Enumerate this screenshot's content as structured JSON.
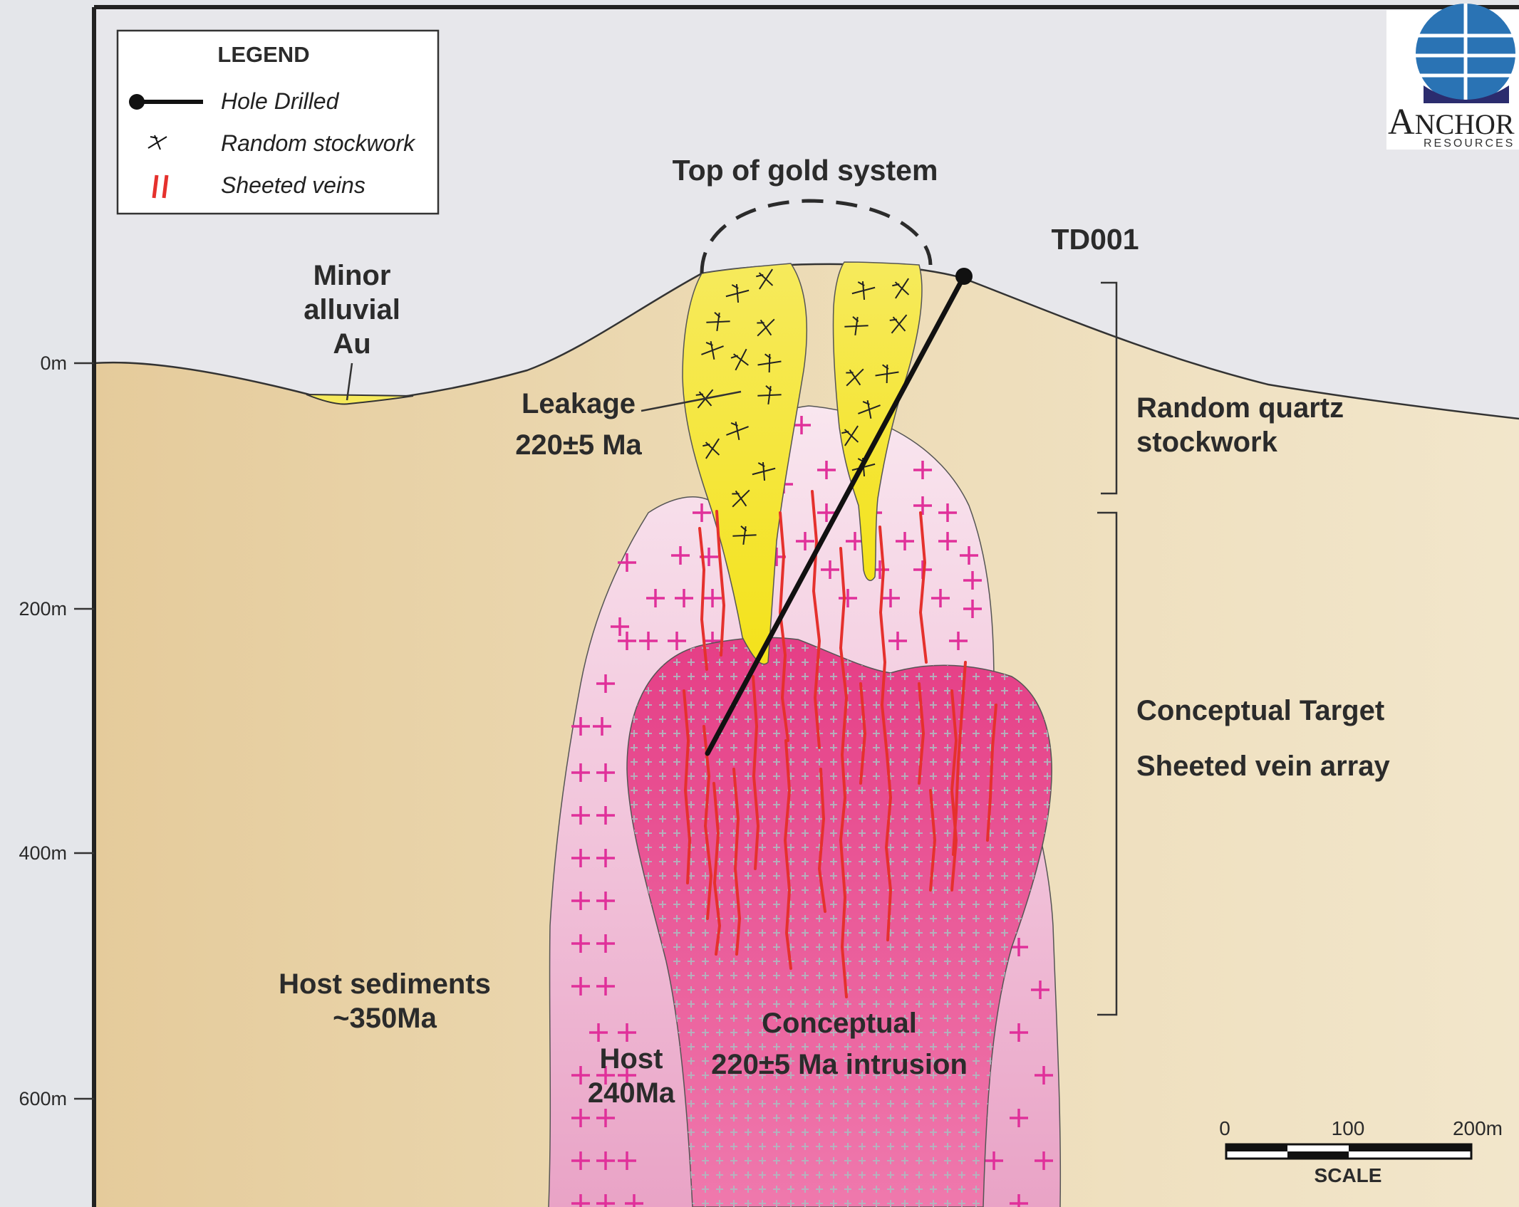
{
  "legend": {
    "title": "LEGEND",
    "items": [
      {
        "label": "Hole Drilled",
        "icon": "drill-hole-icon"
      },
      {
        "label": "Random stockwork",
        "icon": "stockwork-icon"
      },
      {
        "label": "Sheeted veins",
        "icon": "sheeted-veins-icon"
      }
    ]
  },
  "logo": {
    "name_first": "A",
    "name_rest": "NCHOR",
    "subtitle": "RESOURCES"
  },
  "depth_axis": {
    "ticks": [
      "0m",
      "200m",
      "400m",
      "600m"
    ]
  },
  "labels": {
    "top_of_gold_system": "Top of gold system",
    "drill_hole": "TD001",
    "alluvial": [
      "Minor",
      "alluvial",
      "Au"
    ],
    "leakage": [
      "Leakage",
      "220±5 Ma"
    ],
    "random_quartz": [
      "Random quartz",
      "stockwork"
    ],
    "conceptual_target": "Conceptual Target",
    "sheeted_vein_array": "Sheeted vein array",
    "host_sediments": [
      "Host sediments",
      "~350Ma"
    ],
    "host_intrusion": [
      "Host",
      "240Ma"
    ],
    "conceptual_intrusion": [
      "Conceptual",
      "220±5 Ma intrusion"
    ]
  },
  "scale_bar": {
    "ticks": [
      "0",
      "100",
      "200m"
    ],
    "label": "SCALE"
  },
  "colors": {
    "sky": "#e4e6ea",
    "sediment": "#ecdcb6",
    "host_intrusion": "#f1c3da",
    "conceptual_intrusion": "#e9508f",
    "leakage": "#f6e64a",
    "veins": "#e5312d",
    "plus_marks": "#e0309a"
  }
}
